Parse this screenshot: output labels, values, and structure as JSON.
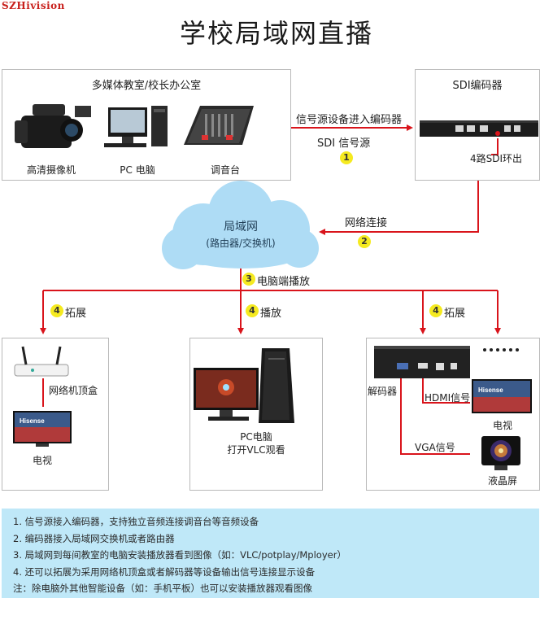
{
  "brand": "SZHivision",
  "title": "学校局域网直播",
  "source_box": {
    "title": "多媒体教室/校长办公室",
    "devices": [
      "高清摄像机",
      "PC 电脑",
      "调音台"
    ]
  },
  "encoder_box": {
    "title": "SDI编码器",
    "out_label": "4路SDI环出"
  },
  "arrow_encoder": {
    "label": "信号源设备进入编码器",
    "sub": "SDI 信号源",
    "step": "1"
  },
  "cloud": {
    "title": "局域网",
    "subtitle": "(路由器/交换机)"
  },
  "arrow_network": {
    "label": "网络连接",
    "step": "2"
  },
  "arrow_pc": {
    "step": "3",
    "label": "电脑端播放"
  },
  "branches": [
    {
      "step": "4",
      "label": "拓展"
    },
    {
      "step": "4",
      "label": "播放"
    },
    {
      "step": "4",
      "label": "拓展"
    }
  ],
  "box_stb": {
    "device": "网络机顶盒",
    "tv": "电视"
  },
  "box_pc": {
    "line1": "PC电脑",
    "line2": "打开VLC观看"
  },
  "box_decoder": {
    "decoder": "解码器",
    "hdmi": "HDMI信号",
    "tv": "电视",
    "vga": "VGA信号",
    "lcd": "液晶屏"
  },
  "notes": [
    "1. 信号源接入编码器，支持独立音频连接调音台等音频设备",
    "2. 编码器接入局域网交换机或者路由器",
    "3. 局域网到每间教室的电脑安装播放器看到图像（如：VLC/potplay/Mployer）",
    "4. 还可以拓展为采用网络机顶盒或者解码器等设备输出信号连接显示设备",
    "注：除电脑外其他智能设备（如：手机平板）也可以安装播放器观看图像"
  ],
  "colors": {
    "arrow": "#d9141b",
    "cloud": "#aedcf5",
    "notes_bg": "#bfe8f8",
    "step_badge": "#f5ea20",
    "brand": "#c8201c"
  }
}
